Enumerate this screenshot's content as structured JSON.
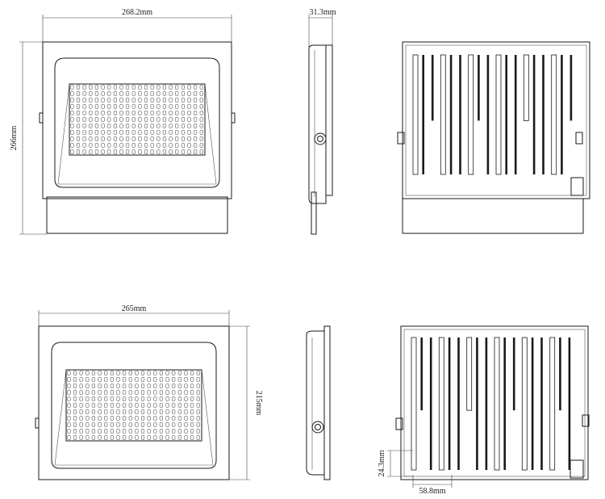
{
  "dimensions": {
    "top_width": "268.2mm",
    "top_height": "266mm",
    "top_depth": "31.3mm",
    "bottom_width": "265mm",
    "bottom_height": "215mm",
    "bottom_fin_offset_y": "24.3mm",
    "bottom_fin_offset_x": "58.8mm"
  }
}
